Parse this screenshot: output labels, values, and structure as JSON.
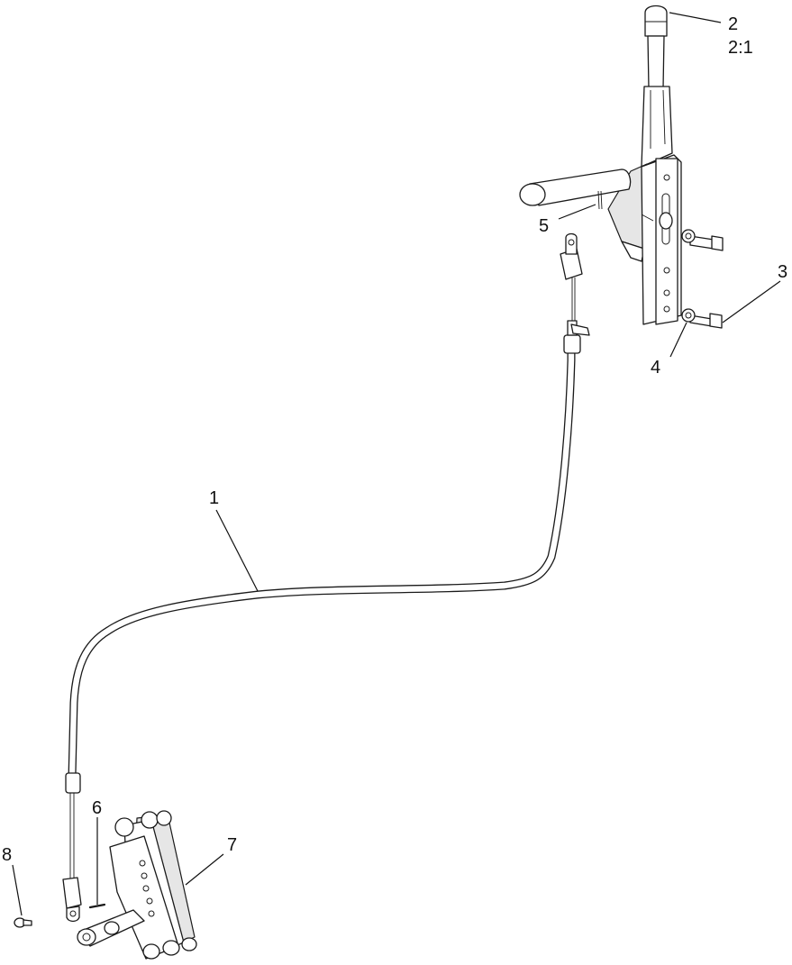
{
  "callouts": [
    {
      "id": "1",
      "label": "1"
    },
    {
      "id": "2",
      "label": "2",
      "sub_label": "2:1"
    },
    {
      "id": "3",
      "label": "3"
    },
    {
      "id": "4",
      "label": "4"
    },
    {
      "id": "5",
      "label": "5"
    },
    {
      "id": "6",
      "label": "6"
    },
    {
      "id": "7",
      "label": "7"
    },
    {
      "id": "8",
      "label": "8"
    }
  ]
}
